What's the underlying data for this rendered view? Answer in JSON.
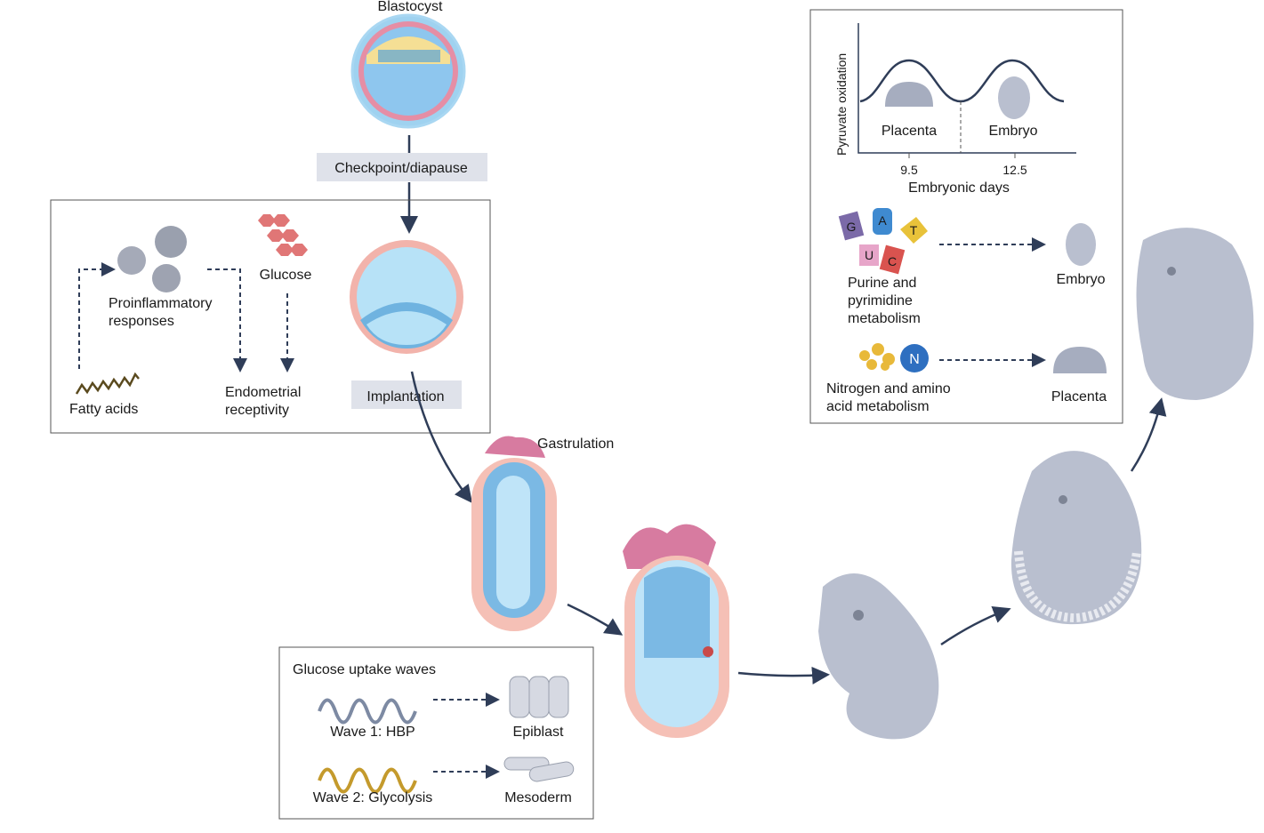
{
  "stages": {
    "blastocyst": "Blastocyst",
    "checkpoint": "Checkpoint/diapause",
    "implantation": "Implantation",
    "gastrulation": "Gastrulation"
  },
  "implantation_box": {
    "proinflammatory": [
      "Proinflammatory",
      "responses"
    ],
    "glucose": "Glucose",
    "fatty_acids": "Fatty acids",
    "endometrial": [
      "Endometrial",
      "receptivity"
    ]
  },
  "glucose_box": {
    "title": "Glucose uptake waves",
    "wave1": "Wave 1: HBP",
    "wave2": "Wave 2: Glycolysis",
    "epiblast": "Epiblast",
    "mesoderm": "Mesoderm"
  },
  "metabolism_box": {
    "ylabel": "Pyruvate oxidation",
    "xlabel": "Embryonic days",
    "ticks": [
      "9.5",
      "12.5"
    ],
    "peak1": "Placenta",
    "peak2": "Embryo",
    "nucleotides": [
      "G",
      "A",
      "T",
      "U",
      "C"
    ],
    "purine": [
      "Purine and",
      "pyrimidine",
      "metabolism"
    ],
    "purine_target": "Embryo",
    "nitrogen_icon": "N",
    "nitrogen": [
      "Nitrogen and amino",
      "acid metabolism"
    ],
    "nitrogen_target": "Placenta"
  },
  "colors": {
    "arrow": "#2f3d58",
    "label_bg": "#dfe2ea",
    "embryo": "#b9bfcf",
    "trophoblast": "#f2b3ab",
    "cavity": "#b7e2f7",
    "epiblast": "#6fb3e0",
    "wave1": "#7d8aa3",
    "wave2": "#c49a2c"
  }
}
